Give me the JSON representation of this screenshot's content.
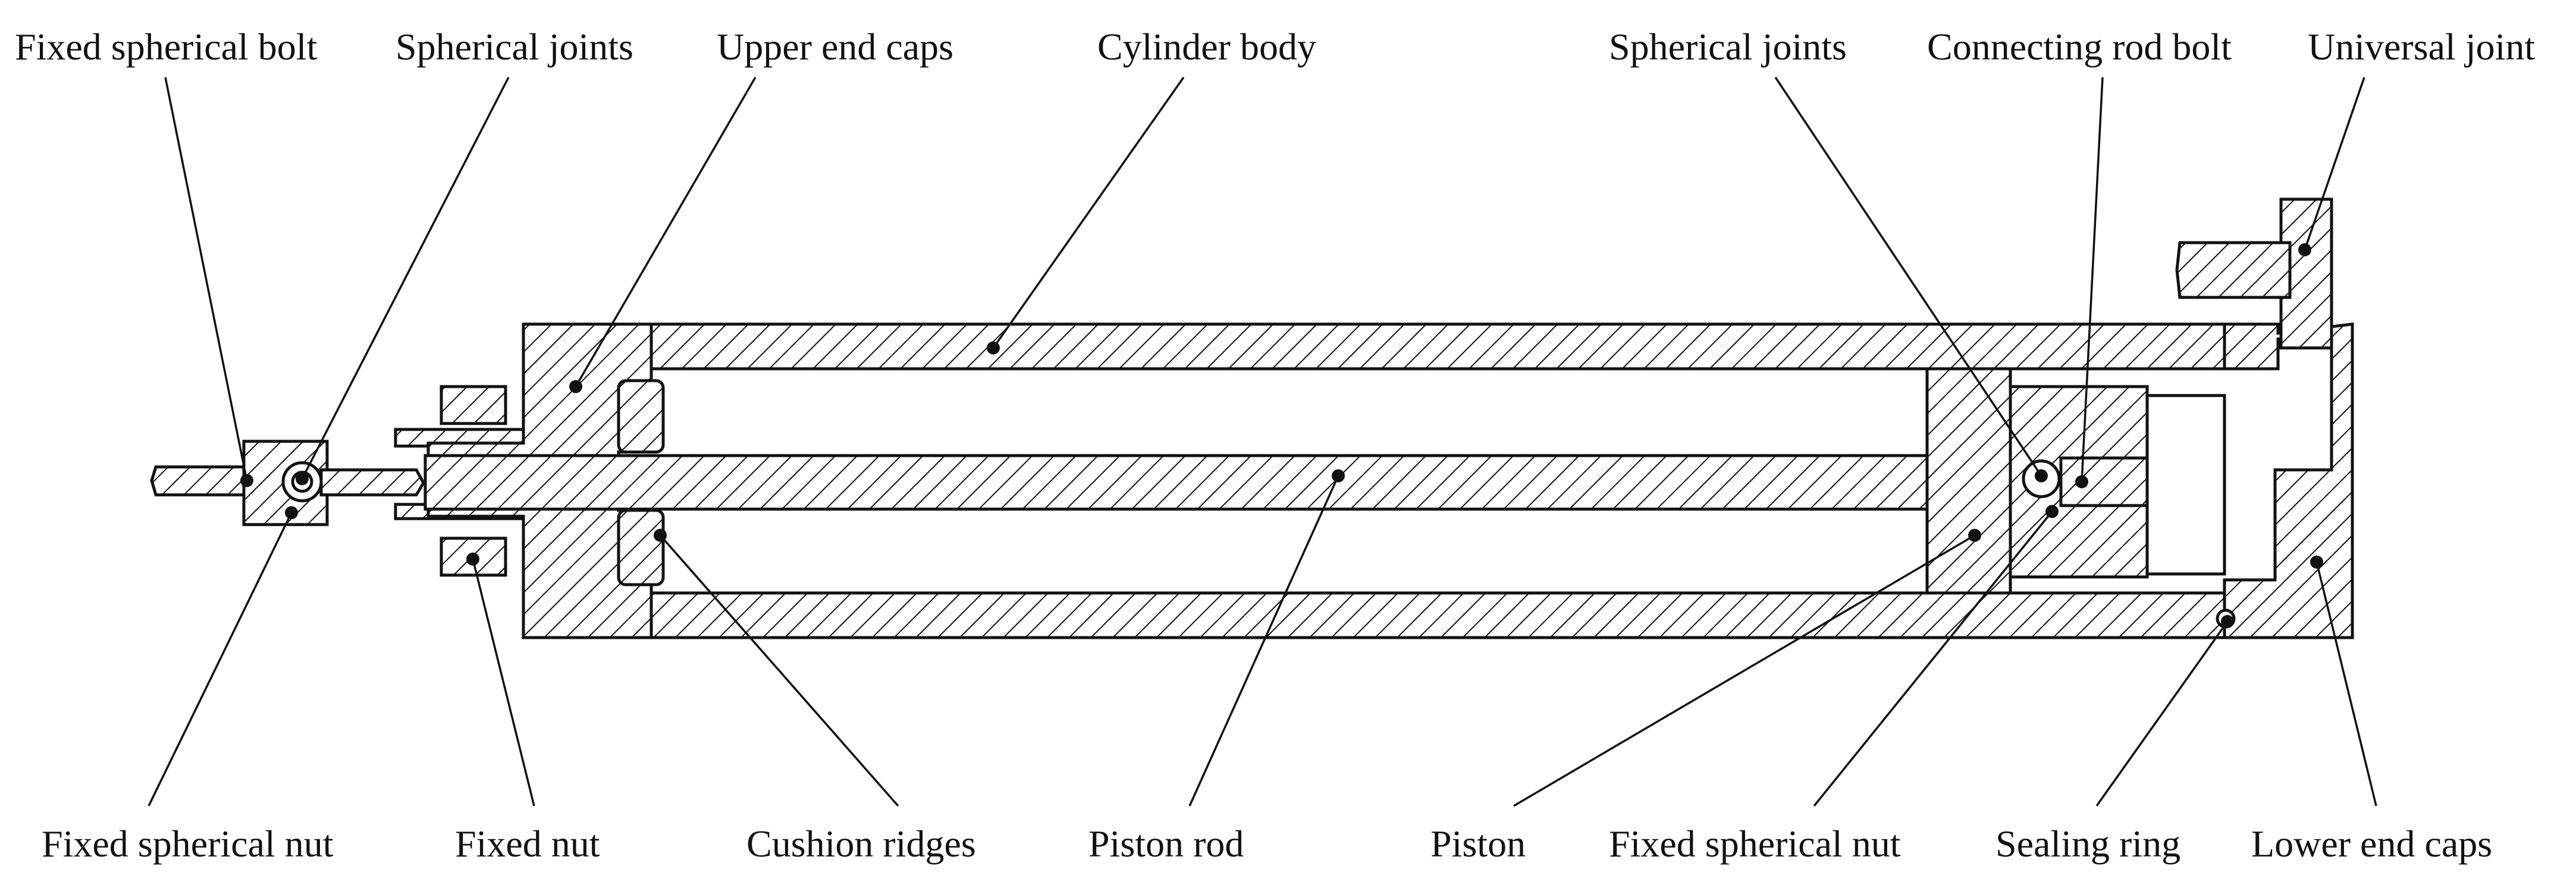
{
  "top_labels": [
    "Fixed spherical bolt",
    "Spherical joints",
    "Upper end caps",
    "Cylinder body",
    "Spherical joints",
    "Connecting rod bolt",
    "Universal joint"
  ],
  "bottom_labels": [
    "Fixed spherical nut",
    "Fixed nut",
    "Cushion ridges",
    "Piston rod",
    "Piston",
    "Fixed spherical nut",
    "Sealing ring",
    "Lower end caps"
  ],
  "colors": {
    "line": "#111111",
    "hatch": "#111111",
    "background": "#ffffff"
  }
}
